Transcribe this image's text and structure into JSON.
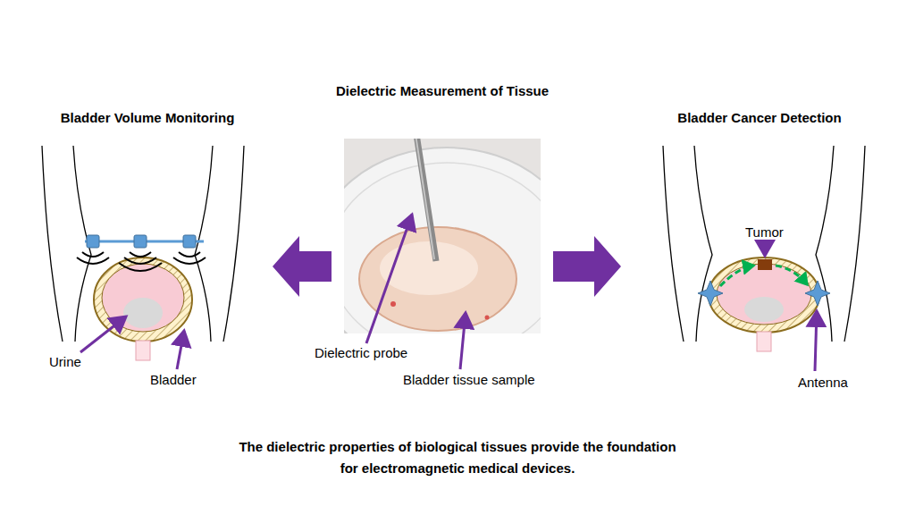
{
  "diagram": {
    "nodes": [
      {
        "text": [
          "Dielectric Measurement of Tissue"
        ]
      },
      {
        "text": [
          "Bladder Volume Monitoring"
        ]
      },
      {
        "text": [
          "Bladder Cancer Detection"
        ]
      }
    ],
    "edges": [
      {
        "from": 0,
        "to": 1,
        "arrow": "to"
      },
      {
        "from": 0,
        "to": 2,
        "arrow": "to"
      }
    ],
    "labels": [
      "Urine",
      "Bladder",
      "Dielectric probe",
      "Bladder tissue sample",
      "Tumor",
      "Antenna"
    ],
    "caption": "The dielectric properties of biological tissues provide the foundation for electromagnetic medical devices."
  }
}
